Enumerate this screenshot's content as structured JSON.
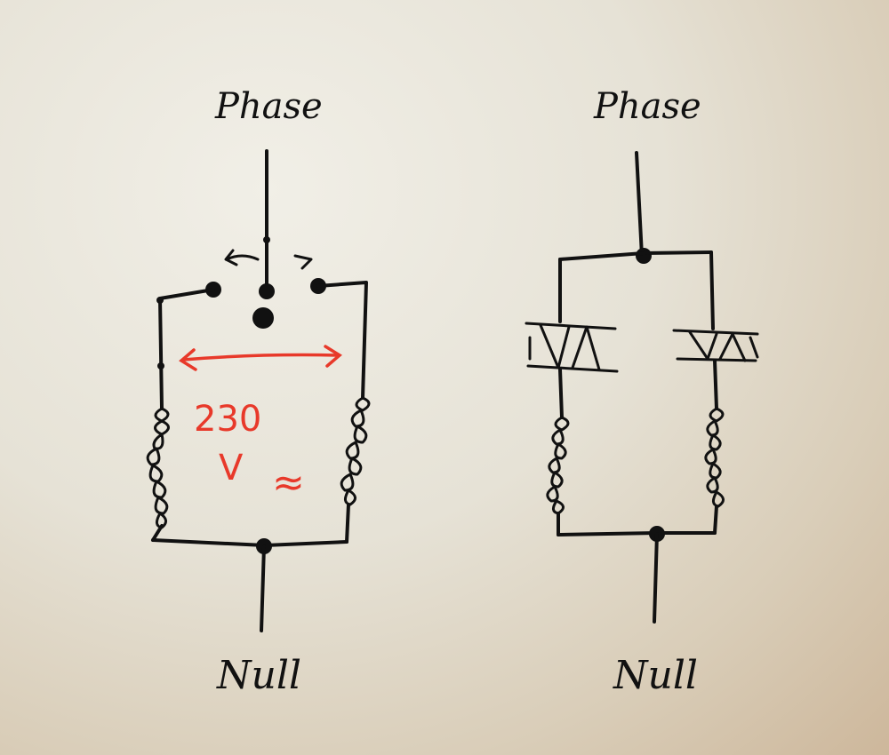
{
  "left_circuit": {
    "top_label": "Phase",
    "bottom_label": "Null",
    "annotation_value": "230",
    "annotation_unit": "V",
    "annotation_ac": "≈"
  },
  "right_circuit": {
    "top_label": "Phase",
    "bottom_label": "Null"
  },
  "colors": {
    "ink": "#111111",
    "annotation": "#e8392a",
    "paper": "#e6e2d6"
  },
  "icons": [
    "switch-icon",
    "coil-icon",
    "triac-icon",
    "junction-dot"
  ]
}
